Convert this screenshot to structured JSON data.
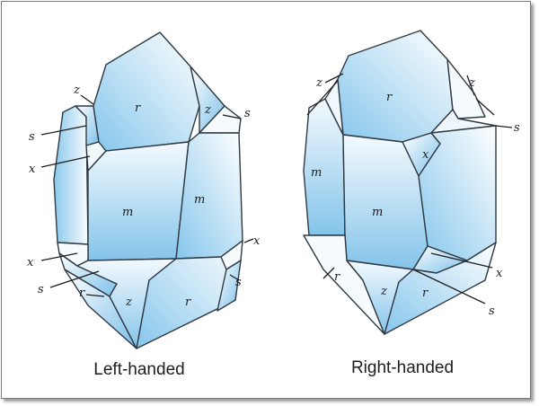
{
  "crystals": [
    {
      "caption": "Left-handed",
      "faces": {
        "r_top": "r",
        "z_top_left": "z",
        "z_top_right": "z",
        "m_front": "m",
        "m_right": "m",
        "z_bottom": "z",
        "r_bottom": "r"
      },
      "callouts": {
        "z": "z",
        "s_upper": "s",
        "x_upper": "x",
        "x_lower": "x",
        "s_lower": "s",
        "r_lower": "r",
        "s_right_upper": "s",
        "x_right": "x",
        "s_right_lower": "s"
      }
    },
    {
      "caption": "Right-handed",
      "faces": {
        "r_top": "r",
        "m_left": "m",
        "x_mid": "x",
        "m_front": "m",
        "z_bottom": "z",
        "r_bottom": "r"
      },
      "callouts": {
        "z_left": "z",
        "z_right": "z",
        "s_right": "s",
        "x_lower": "x",
        "s_lower": "s",
        "r_lower": "r"
      }
    }
  ],
  "colors": {
    "face_light": "#eef7fc",
    "face_dark": "#8cc8ec",
    "edge": "#2f3a44"
  }
}
